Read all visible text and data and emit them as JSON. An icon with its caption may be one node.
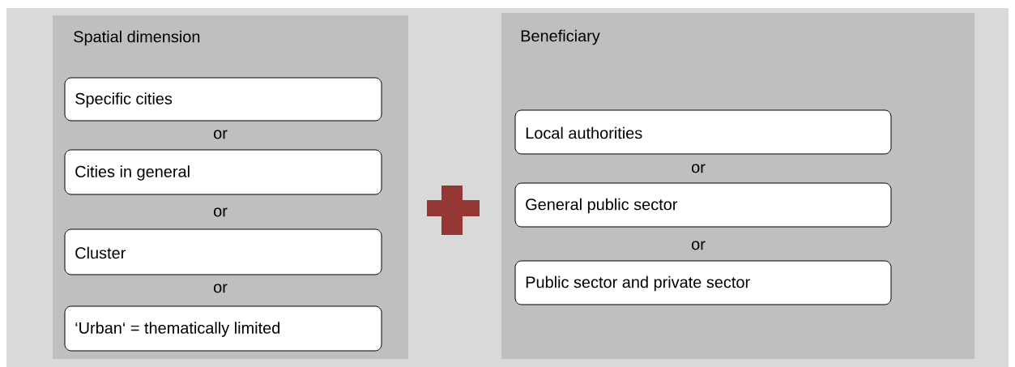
{
  "diagram": {
    "nodes": [
      {
        "text": [
          "Spatial dimension"
        ]
      },
      {
        "text": [
          "Specific cities"
        ],
        "in": 0
      },
      {
        "text": [
          "Cities in general"
        ],
        "in": 0
      },
      {
        "text": [
          "Cluster"
        ],
        "in": 0
      },
      {
        "text": [
          "‘Urban‘ = thematically limited"
        ],
        "in": 0
      },
      {
        "text": [
          "Beneficiary"
        ]
      },
      {
        "text": [
          "Local authorities"
        ],
        "in": 5
      },
      {
        "text": [
          "General public sector"
        ],
        "in": 5
      },
      {
        "text": [
          "Public sector and private sector"
        ],
        "in": 5
      }
    ],
    "labels": [
      "or",
      "or",
      "or",
      "or",
      "or"
    ]
  }
}
